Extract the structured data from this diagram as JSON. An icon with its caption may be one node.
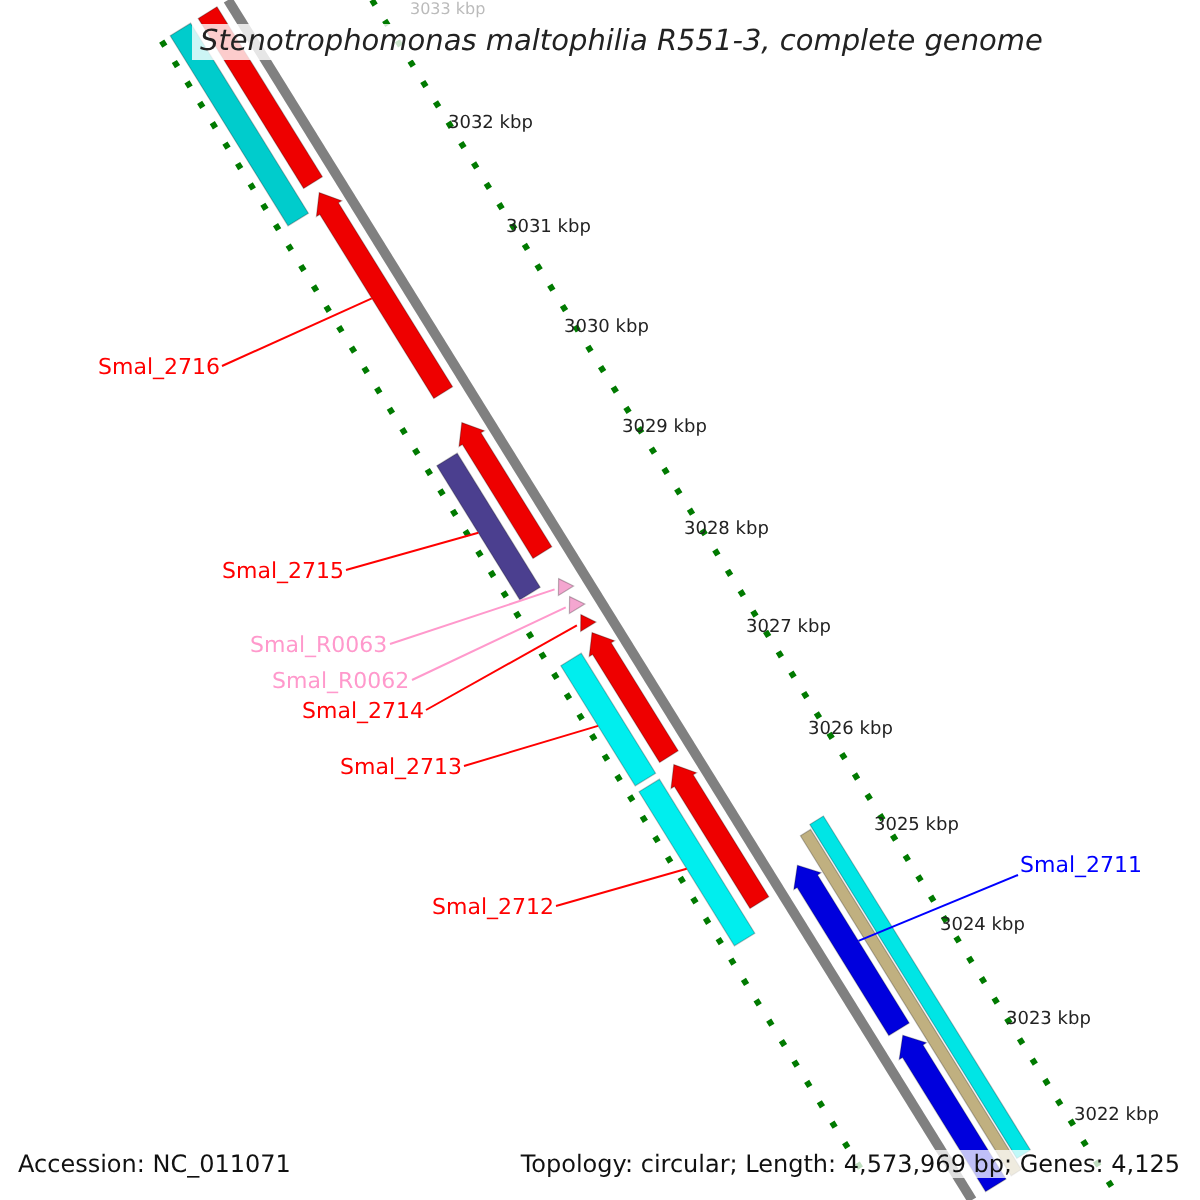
{
  "diagram": {
    "title": "Stenotrophomonas maltophilia R551-3, complete genome",
    "nodes": [
      {
        "text": [
          "Smal_2716"
        ]
      },
      {
        "text": [
          "Smal_2715"
        ]
      },
      {
        "text": [
          "Smal_R0063"
        ]
      },
      {
        "text": [
          "Smal_R0062"
        ]
      },
      {
        "text": [
          "Smal_2714"
        ]
      },
      {
        "text": [
          "Smal_2713"
        ]
      },
      {
        "text": [
          "Smal_2711"
        ]
      },
      {
        "text": [
          "Smal_2712"
        ]
      },
      {
        "text": [],
        "shape": "arrow"
      },
      {
        "text": [],
        "shape": "bar"
      },
      {
        "text": [],
        "shape": "triangle"
      },
      {
        "text": [],
        "shape": "triangle"
      },
      {
        "text": [],
        "shape": "triangle"
      },
      {
        "text": [],
        "shape": "bar"
      },
      {
        "text": [],
        "shape": "arrow"
      },
      {
        "text": [],
        "shape": "bar"
      },
      {
        "text": [],
        "shape": "bar"
      },
      {
        "text": [],
        "shape": "bar"
      },
      {
        "text": [],
        "shape": "arrow"
      },
      {
        "text": [],
        "shape": "arrow"
      },
      {
        "text": [],
        "shape": "arrow"
      },
      {
        "text": [],
        "shape": "bar"
      },
      {
        "text": [],
        "shape": "bar"
      },
      {
        "text": [],
        "shape": "arrow"
      }
    ],
    "edges": [
      {
        "from": 0,
        "to": 8,
        "arrow": "none"
      },
      {
        "from": 1,
        "to": 9,
        "arrow": "none"
      },
      {
        "from": 2,
        "to": 10,
        "arrow": "none",
        "color": "#ff99cc"
      },
      {
        "from": 3,
        "to": 11,
        "arrow": "none",
        "color": "#ff99cc"
      },
      {
        "from": 4,
        "to": 12,
        "arrow": "none"
      },
      {
        "from": 5,
        "to": 13,
        "arrow": "none"
      },
      {
        "from": 6,
        "to": 14,
        "arrow": "none",
        "color": "#0000ff"
      },
      {
        "from": 7,
        "to": 15,
        "arrow": "none"
      }
    ],
    "labels": [
      "3033 kbp",
      "3032 kbp",
      "3031 kbp",
      "3030 kbp",
      "3029 kbp",
      "3028 kbp",
      "3027 kbp",
      "3026 kbp",
      "3025 kbp",
      "3024 kbp",
      "3023 kbp",
      "3022 kbp",
      "Accession: NC_011071",
      "Topology: circular; Length: 4,573,969 bp; Genes: 4,125"
    ]
  }
}
